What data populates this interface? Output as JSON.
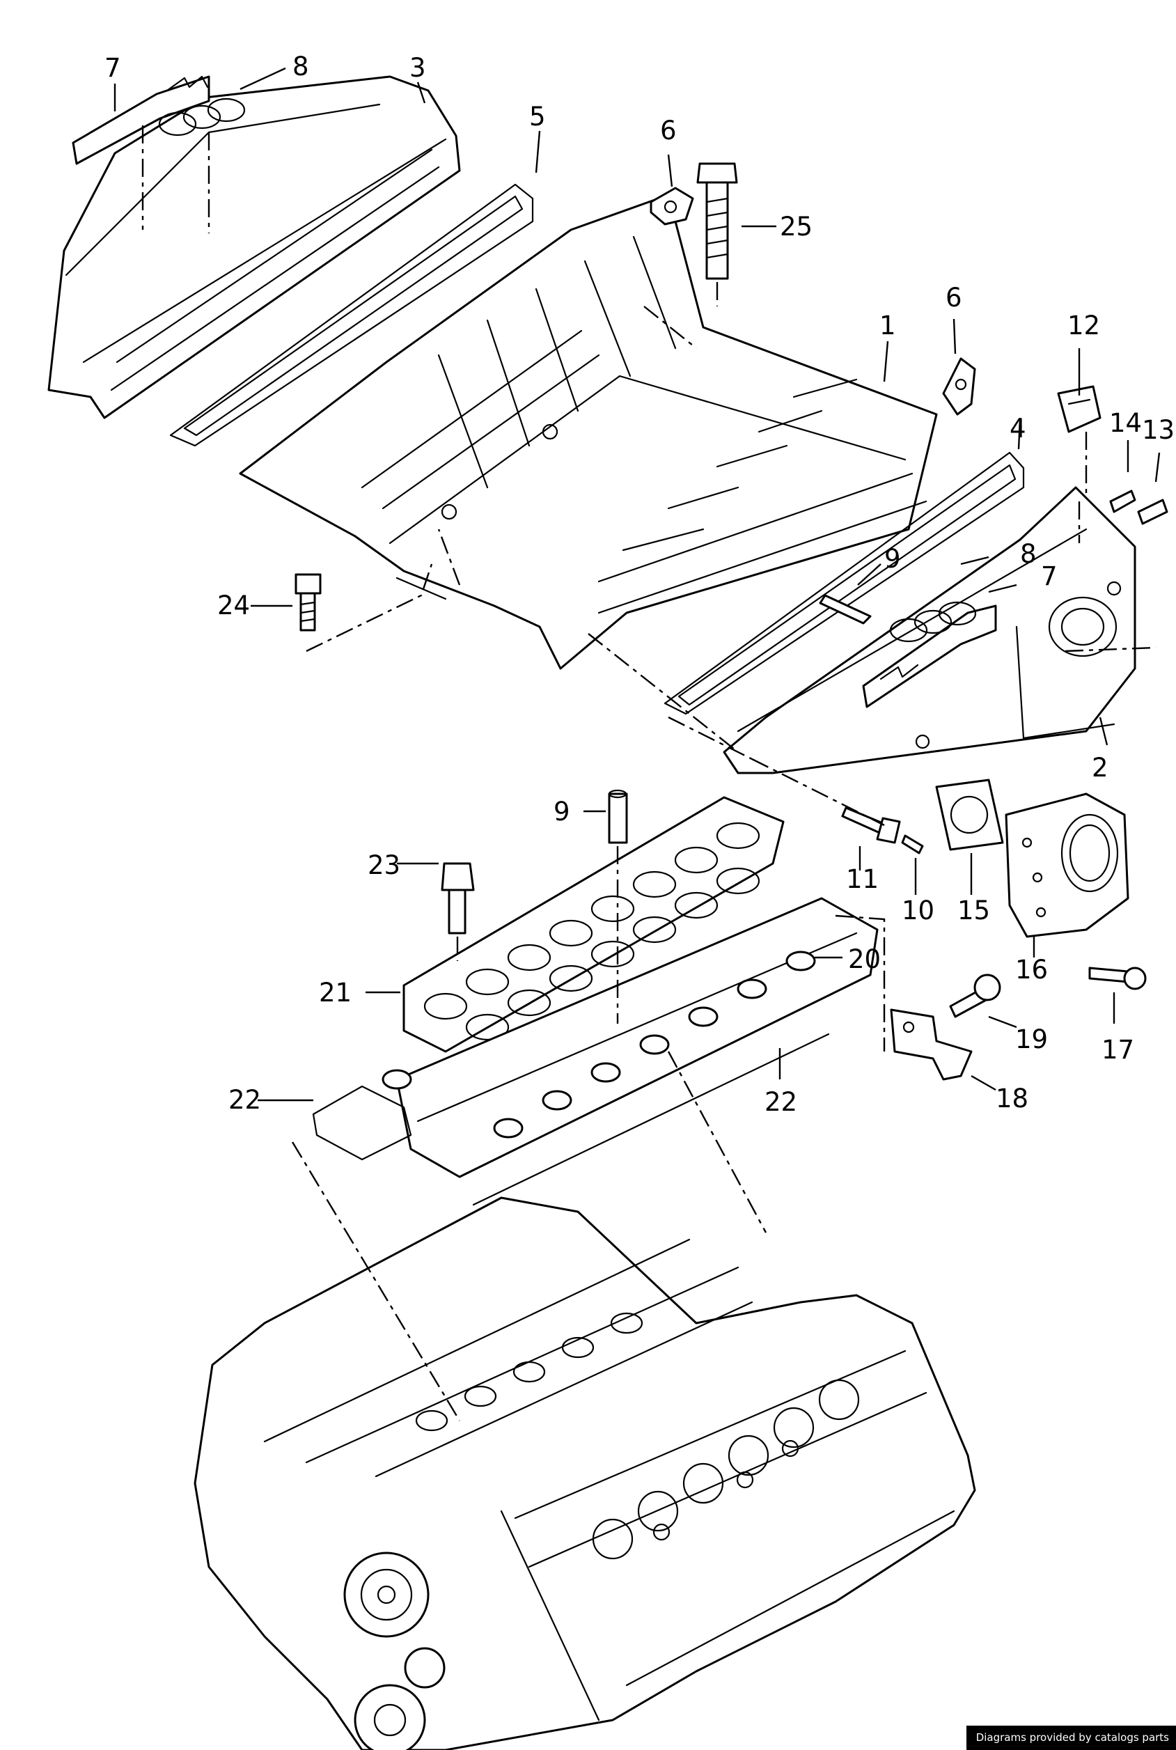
{
  "callouts": [
    {
      "n": "1"
    },
    {
      "n": "2"
    },
    {
      "n": "3"
    },
    {
      "n": "4"
    },
    {
      "n": "5"
    },
    {
      "n": "6"
    },
    {
      "n": "6"
    },
    {
      "n": "7"
    },
    {
      "n": "7"
    },
    {
      "n": "8"
    },
    {
      "n": "8"
    },
    {
      "n": "9"
    },
    {
      "n": "9"
    },
    {
      "n": "10"
    },
    {
      "n": "11"
    },
    {
      "n": "12"
    },
    {
      "n": "13"
    },
    {
      "n": "14"
    },
    {
      "n": "15"
    },
    {
      "n": "16"
    },
    {
      "n": "17"
    },
    {
      "n": "18"
    },
    {
      "n": "19"
    },
    {
      "n": "20"
    },
    {
      "n": "21"
    },
    {
      "n": "22"
    },
    {
      "n": "22"
    },
    {
      "n": "23"
    },
    {
      "n": "24"
    },
    {
      "n": "25"
    }
  ],
  "footer": {
    "credit": "Diagrams provided by catalogs parts"
  }
}
